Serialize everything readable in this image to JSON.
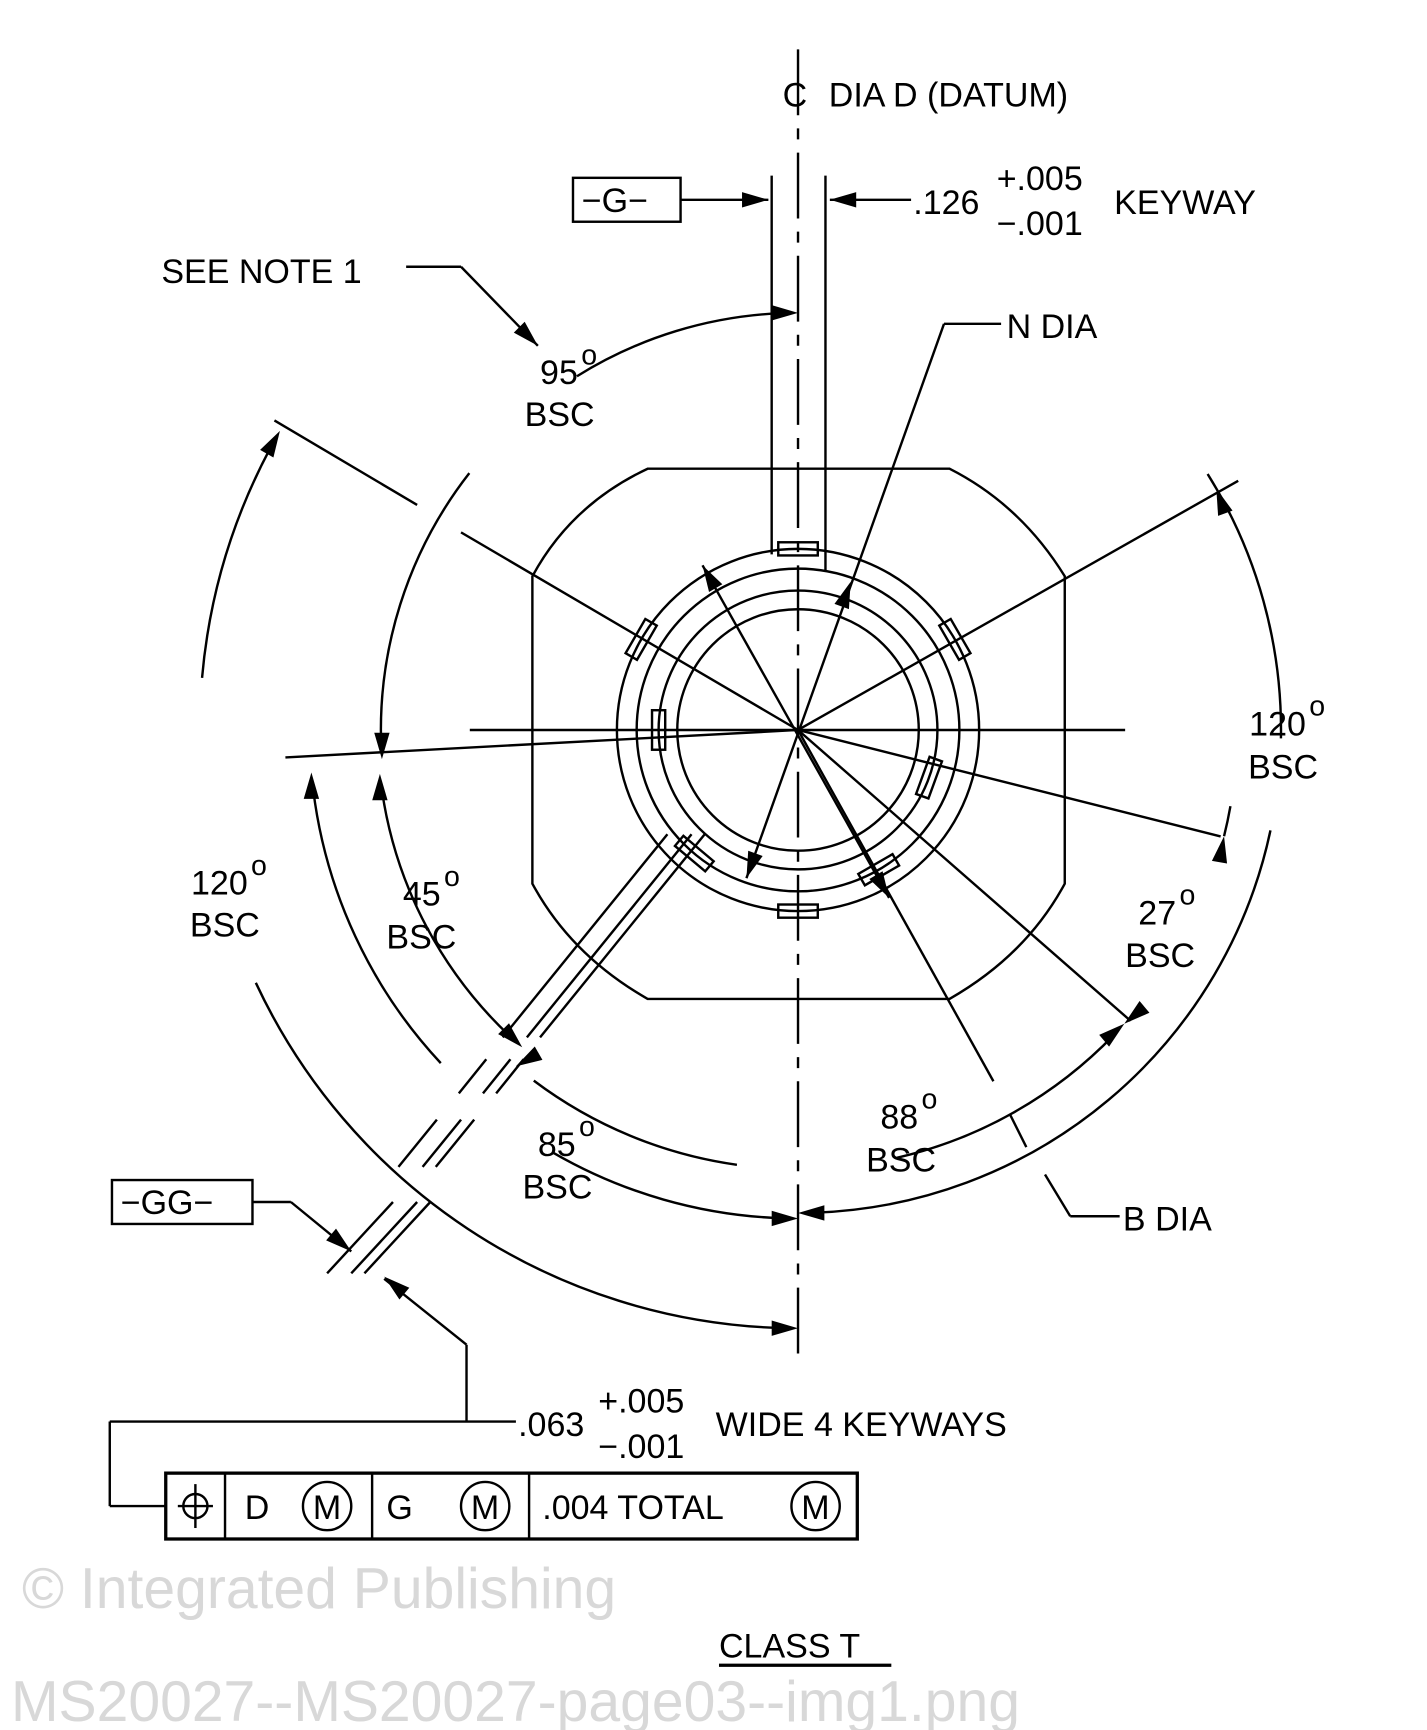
{
  "labels": {
    "datum": "DIA  D  (DATUM)",
    "centerline_symbol": "CL",
    "datum_g": "−G−",
    "keyway_dim": ".126",
    "keyway_tol_plus": "+.005",
    "keyway_tol_minus": "−.001",
    "keyway_word": "KEYWAY",
    "see_note": "SEE NOTE 1",
    "n_dia": "N  DIA",
    "b_dia": "B  DIA",
    "angle_95": "95",
    "angle_120_right": "120",
    "angle_120_left": "120",
    "angle_45": "45",
    "angle_27": "27",
    "angle_88": "88",
    "angle_85": "85",
    "degree": "o",
    "bsc": "BSC",
    "datum_gg": "−GG−",
    "keyways_dim": ".063",
    "keyways_tol_plus": "+.005",
    "keyways_tol_minus": "−.001",
    "keyways_word": "WIDE 4 KEYWAYS",
    "title": "CLASS  T"
  },
  "feature_control_frame": {
    "symbol": "position-icon",
    "datum1": "D",
    "datum2": "G",
    "tolerance": ".004 TOTAL",
    "modifier": "M"
  },
  "watermark": {
    "line1": "© Integrated Publishing",
    "line2": "MS20027--MS20027-page03--img1.png"
  }
}
